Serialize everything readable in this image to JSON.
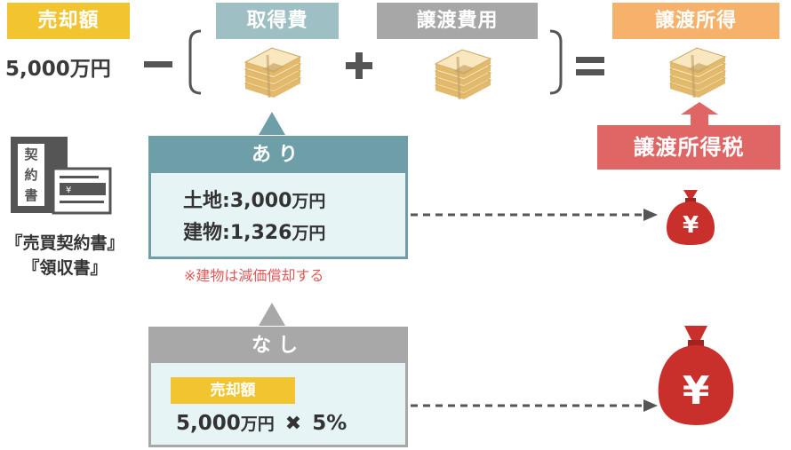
{
  "headers": {
    "sale_price": "売却額",
    "acquisition_cost": "取得費",
    "transfer_cost": "譲渡費用",
    "transfer_income": "譲渡所得"
  },
  "sale_amount": "5,000万円",
  "operators": {
    "minus": "－",
    "plus": "＋",
    "equals": "＝"
  },
  "transfer_income_tax": "譲渡所得税",
  "document": {
    "line1": "『売買契約書』",
    "line2": "『領収書』"
  },
  "with_case": {
    "label": "あり",
    "land_label": "土地",
    "land_value": "3,000",
    "building_label": "建物",
    "building_value": "1,326",
    "unit": "万円",
    "note": "※建物は減価償却する"
  },
  "without_case": {
    "label": "なし",
    "tag": "売却額",
    "formula_amount": "5,000",
    "unit": "万円",
    "times": "✖",
    "rate": "5%"
  },
  "yen_symbol": "¥",
  "colors": {
    "sale": "#F2C42F",
    "acquisition": "#9EBFC3",
    "transfer_cost": "#A7A7A7",
    "transfer_income": "#F6B26B",
    "tax": "#E06565",
    "with_header": "#6E9FA8",
    "without_header": "#A8A8A8",
    "box_body": "#E7F4F6",
    "money_bag": "#C9302C",
    "note": "#E05A5A"
  }
}
